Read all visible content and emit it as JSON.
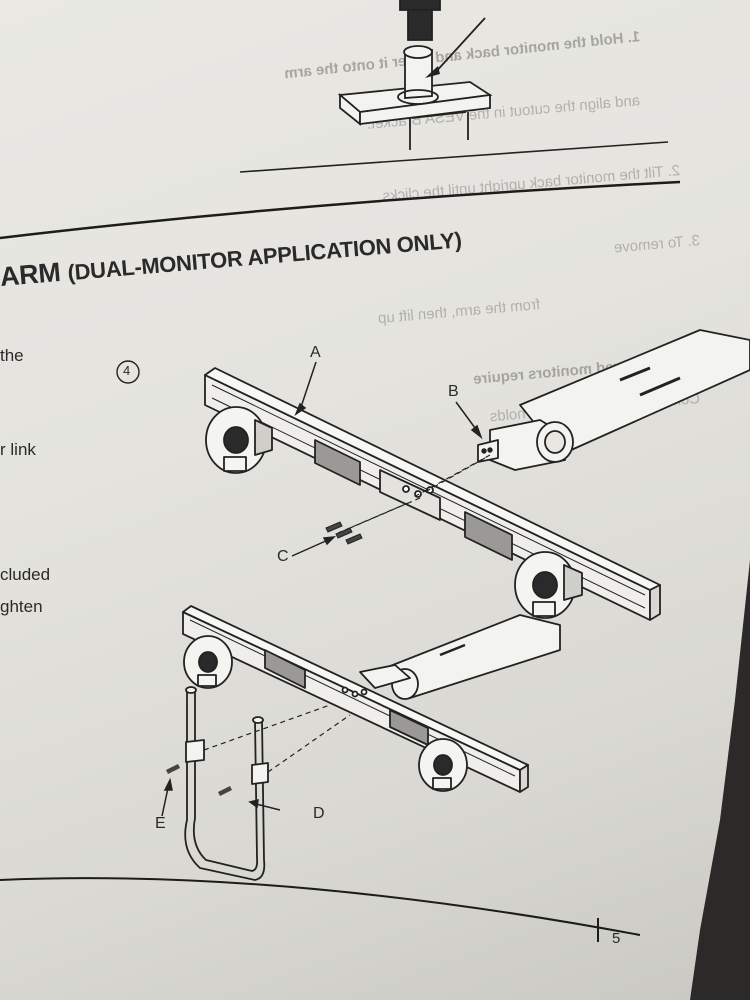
{
  "page": {
    "heading": "ARM",
    "heading_small": "(DUAL-MONITOR APPLICATION ONLY)",
    "left_fragments": [
      "the",
      "r link",
      "cluded",
      "ghten"
    ],
    "step_number": "4",
    "page_number": "5",
    "callouts": [
      "A",
      "B",
      "C",
      "D",
      "E"
    ],
    "bleed_through": [
      "1. Hold the monitor back and lower it onto the arm",
      "and align the cutout in the VESA Bracket.",
      "2. Tilt the monitor back upright until the clicks",
      "3. To remove",
      "from the arm, then lift up",
      "Large curved monitors require",
      "Continue until the monitor holds"
    ]
  }
}
